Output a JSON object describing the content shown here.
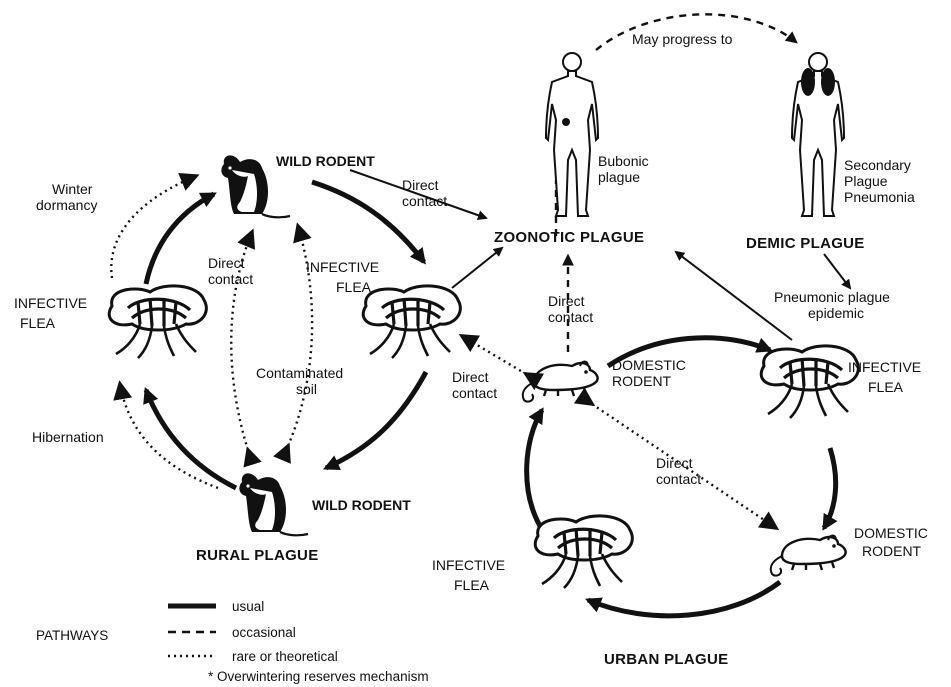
{
  "labels": {
    "wild_rodent_top": "WILD RODENT",
    "wild_rodent_bottom": "WILD RODENT",
    "winter_dormancy": [
      "Winter",
      "dormancy"
    ],
    "infective_flea_left": [
      "INFECTIVE",
      "FLEA"
    ],
    "infective_flea_center": [
      "INFECTIVE",
      "FLEA"
    ],
    "infective_flea_right": [
      "INFECTIVE",
      "FLEA"
    ],
    "infective_flea_bottom": [
      "INFECTIVE",
      "FLEA"
    ],
    "hibernation": "Hibernation",
    "direct_contact_rural": [
      "Direct",
      "contact"
    ],
    "contaminated_soil": [
      "Contaminated",
      "soil"
    ],
    "direct_contact_to_zoonotic": [
      "Direct",
      "contact"
    ],
    "direct_contact_up": [
      "Direct",
      "contact"
    ],
    "direct_contact_left": [
      "Direct",
      "contact"
    ],
    "direct_contact_urban": [
      "Direct",
      "contact"
    ],
    "domestic_rodent_center": [
      "DOMESTIC",
      "RODENT"
    ],
    "domestic_rodent_right": [
      "DOMESTIC",
      "RODENT"
    ],
    "may_progress_to": "May progress to",
    "bubonic_plague": [
      "Bubonic",
      "plague"
    ],
    "secondary_plague": [
      "Secondary",
      "Plague",
      "Pneumonia"
    ],
    "pneumonic_epidemic": [
      "Pneumonic plague",
      "epidemic"
    ],
    "zoonotic_plague": "ZOONOTIC PLAGUE",
    "demic_plague": "DEMIC PLAGUE",
    "rural_plague": "RURAL PLAGUE",
    "urban_plague": "URBAN PLAGUE"
  },
  "legend": {
    "title": "PATHWAYS",
    "usual": "usual",
    "occasional": "occasional",
    "rare": "rare or theoretical",
    "overwintering": "* Overwintering reserves mechanism"
  }
}
